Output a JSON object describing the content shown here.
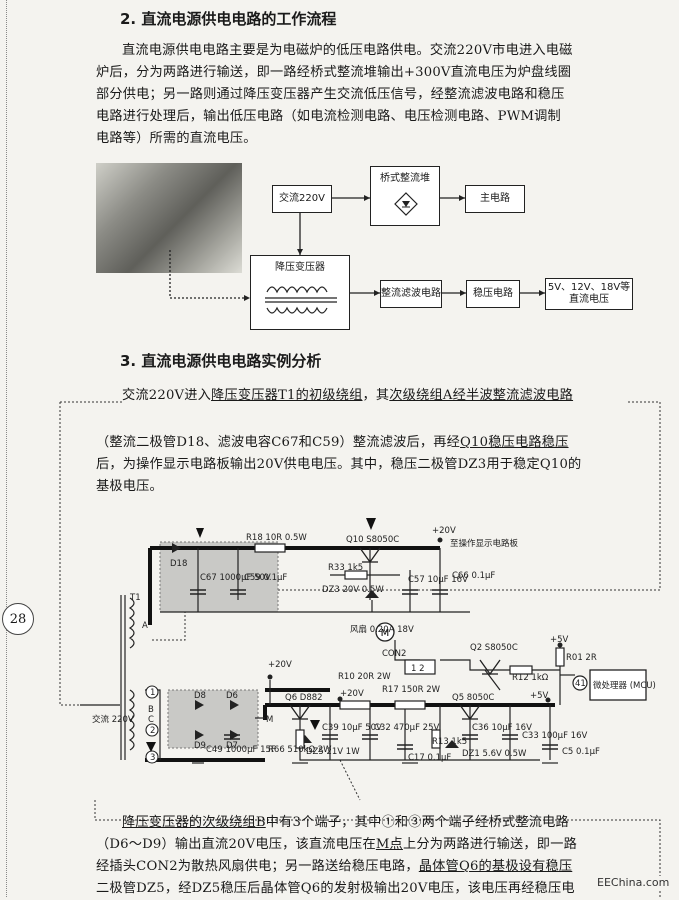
{
  "section2": {
    "title": "2. 直流电源供电电路的工作流程",
    "lines": [
      "直流电源供电电路主要是为电磁炉的低压电路供电。交流220V市电进入电磁",
      "炉后，分为两路进行输送，即一路经桥式整流堆输出+300V直流电压为炉盘线圈",
      "部分供电；另一路则通过降压变压器产生交流低压信号，经整流滤波电路和稳压",
      "电路进行处理后，输出低压电路（如电流检测电路、电压检测电路、PWM调制",
      "电路等）所需的直流电压。"
    ]
  },
  "flow": {
    "ac": "交流220V",
    "bridge": "桥式整流堆",
    "main": "主电路",
    "transformer": "降压变压器",
    "filter": "整流滤波电路",
    "regulator": "稳压电路",
    "output": "5V、12V、18V等直流电压"
  },
  "section3": {
    "title": "3. 直流电源供电电路实例分析",
    "p1_a": "交流220V进入",
    "p1_u1": "降压变压器T1的初级绕组",
    "p1_b": "，其",
    "p1_u2": "次级绕组A经半波整流滤波电路",
    "p2": "（整流二极管D18、滤波电容C67和C59）整流滤波后，再经",
    "p2_u": "Q10稳压电路稳压",
    "p3": "后，为操作显示电路板输出20V供电电压。其中，稳压二极管DZ3用于稳定Q10的",
    "p4": "基极电压。"
  },
  "page_number": "28",
  "circuit": {
    "labels": {
      "d18": "D18",
      "r18": "R18 10R 0.5W",
      "q10": "Q10 S8050C",
      "plus20v_top": "+20V",
      "to_panel": "至操作显示电路板",
      "c67": "C67 1000μF 50V",
      "c59": "C59 0.1μF",
      "r33": "R33 1k5",
      "dz3": "DZ3 20V 0.5W",
      "c57": "C57 10μF 16V",
      "c66": "C66 0.1μF",
      "t1": "T1",
      "winding_a": "A",
      "fan": "风扇 0.20A 18V",
      "con2": "CON2",
      "con2_pins": "1 2",
      "plus20v_mid": "+20V",
      "r10": "R10 20R 2W",
      "q2": "Q2 S8050C",
      "r12": "R12 1kΩ",
      "plus5v_top": "+5V",
      "r01": "R01 2R",
      "mcu": "微处理器 (MCU)",
      "mcu_pin": "41",
      "d8": "D8",
      "d6": "D6",
      "d9": "D9",
      "d7": "D7",
      "pin1": "1",
      "pin2": "2",
      "pin3": "3",
      "winding_b": "B",
      "winding_c": "C",
      "ac220": "交流 220V",
      "q6": "Q6 D882",
      "m": "M",
      "plus20v_low": "+20V",
      "r17": "R17 150R 2W",
      "q5": "Q5 8050C",
      "plus5v_low": "+5V",
      "c49": "C49 1000μF 15F",
      "r66": "R66 510kΩ 2W",
      "dz5": "DZ5 21V 1W",
      "c39": "C39 10μF 50V",
      "c32": "C32 470μF 25V",
      "c17": "C17 0.1μF",
      "r13": "R13 1k5",
      "dz1": "DZ1 5.6V 0.5W",
      "c36": "C36 10μF 16V",
      "c33": "C33 100μF 16V",
      "c5": "C5 0.1μF"
    }
  },
  "bottom": {
    "l1_u": "降压变压器的次级绕组B",
    "l1_a": "中有3个端子，其中①和③两个端子经桥式整流电路",
    "l2_a": "（D6～D9）输出直流20V电压，该直流电压在",
    "l2_u": "M点",
    "l2_b": "上分为两路进行输送，即一路",
    "l3_a": "经插头CON2为散热风扇供电；另一路送给稳压电路，",
    "l3_u": "晶体管Q6的基极设有稳压",
    "l4": "二极管DZ5，经DZ5稳压后晶体管Q6的发射极输出20V电压，该电压再经稳压电"
  },
  "watermark": "EEChina.com"
}
